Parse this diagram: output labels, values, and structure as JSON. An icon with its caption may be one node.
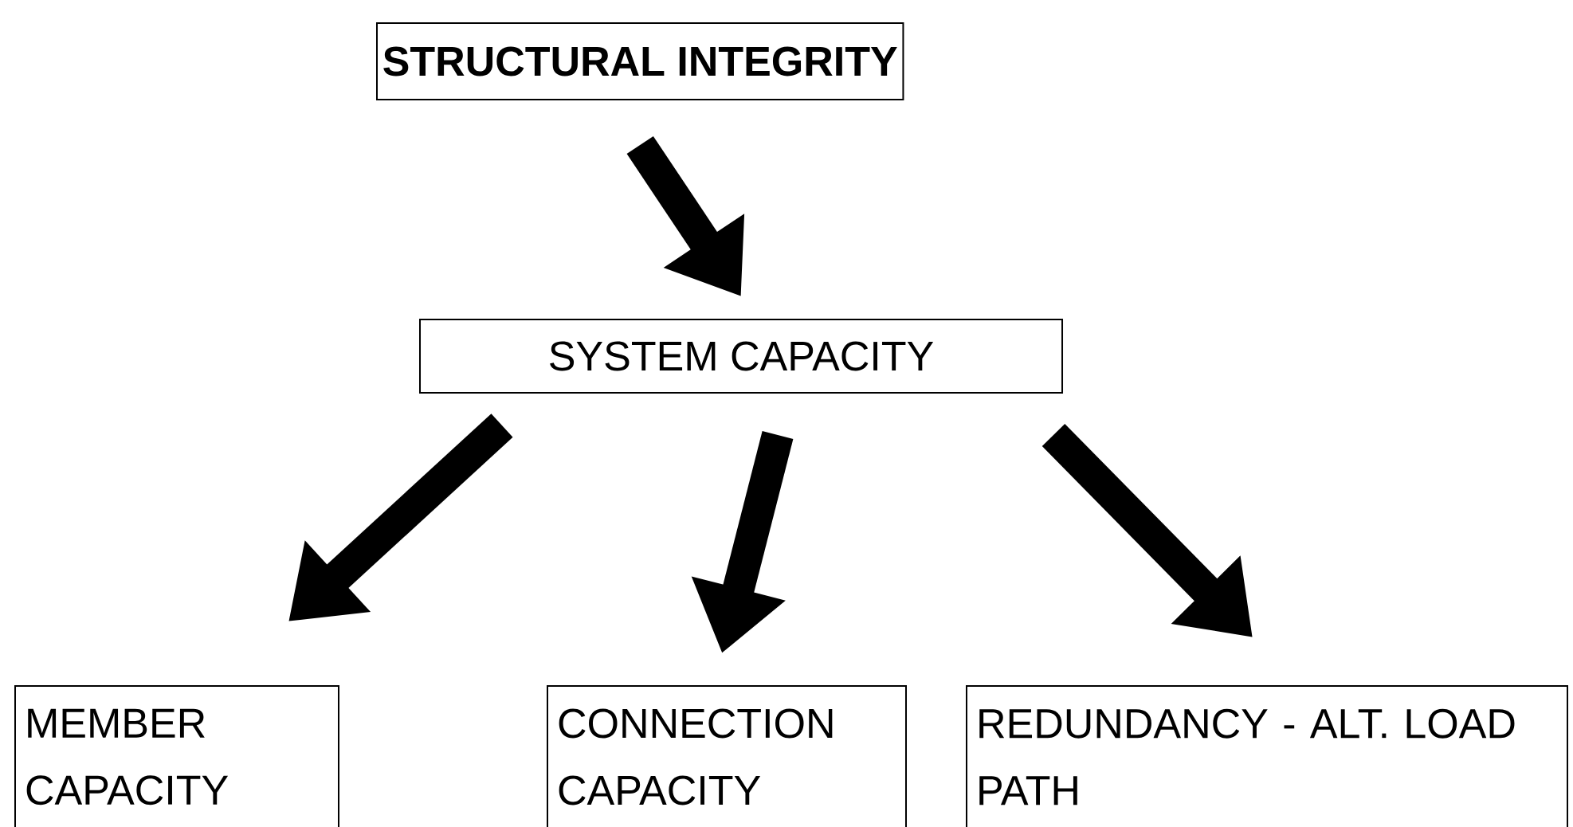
{
  "diagram": {
    "nodes": [
      {
        "text": [
          "STRUCTURAL INTEGRITY"
        ]
      },
      {
        "text": [
          "SYSTEM CAPACITY"
        ]
      },
      {
        "text": [
          "MEMBER CAPACITY"
        ]
      },
      {
        "text": [
          "CONNECTION CAPACITY"
        ]
      },
      {
        "text": [
          "REDUNDANCY - ALT. LOAD PATH"
        ]
      }
    ],
    "edges": [
      {
        "from": 0,
        "to": 1,
        "arrow": "to"
      },
      {
        "from": 1,
        "to": 2,
        "arrow": "to"
      },
      {
        "from": 1,
        "to": 3,
        "arrow": "to"
      },
      {
        "from": 1,
        "to": 4,
        "arrow": "to"
      }
    ]
  }
}
